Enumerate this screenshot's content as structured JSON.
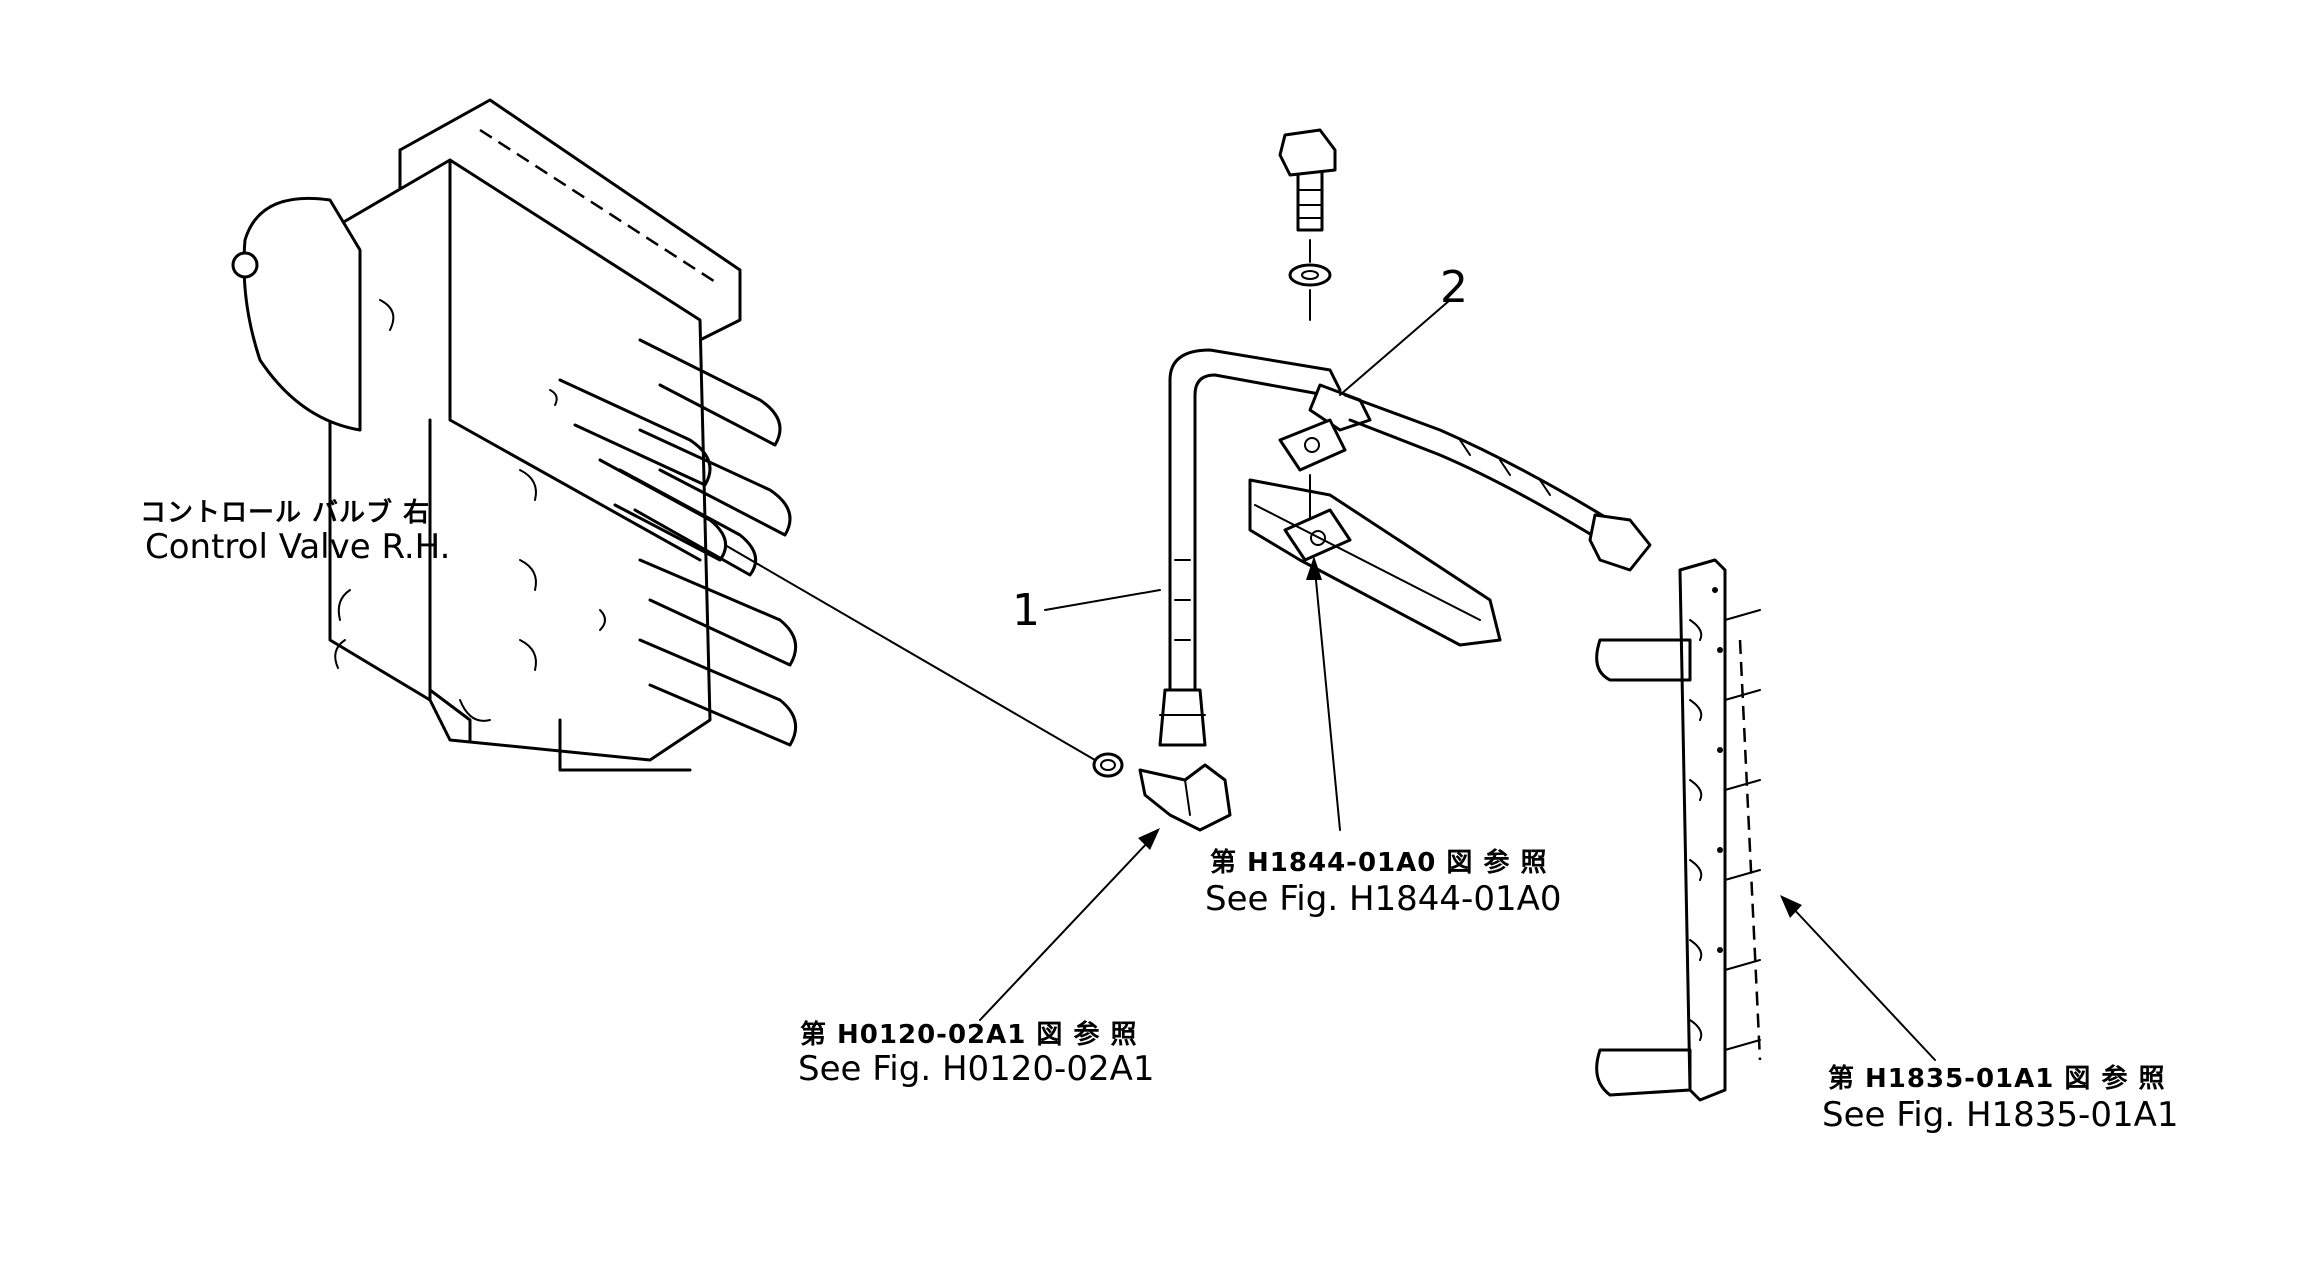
{
  "labels": {
    "control_valve_jp": "コントロール バルブ 右",
    "control_valve_en": "Control Valve R.H.",
    "ref_h0120_jp": "第 H0120-02A1 図 参 照",
    "ref_h0120_en": "See Fig. H0120-02A1",
    "ref_h1844_jp": "第 H1844-01A0 図 参 照",
    "ref_h1844_en": "See Fig. H1844-01A0",
    "ref_h1835_jp": "第 H1835-01A1 図 参 照",
    "ref_h1835_en": "See Fig. H1835-01A1"
  },
  "callouts": {
    "part_1": "1",
    "part_2": "2"
  }
}
